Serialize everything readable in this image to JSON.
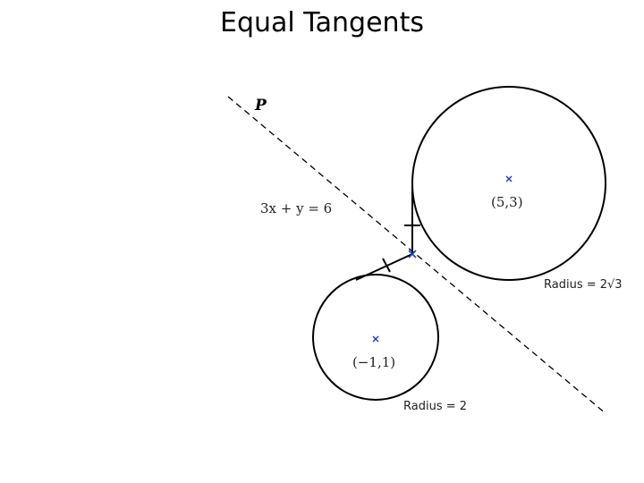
{
  "title": "Equal Tangents",
  "point_label": "P",
  "line_label": "3x + y = 6",
  "circle_large": {
    "center_label": "(5,3)",
    "radius_label": "Radius = 2√3"
  },
  "circle_small": {
    "center_label": "(−1,1)",
    "radius_label": "Radius = 2"
  },
  "colors": {
    "ink": "#000000",
    "marker": "#1a3fcc"
  }
}
